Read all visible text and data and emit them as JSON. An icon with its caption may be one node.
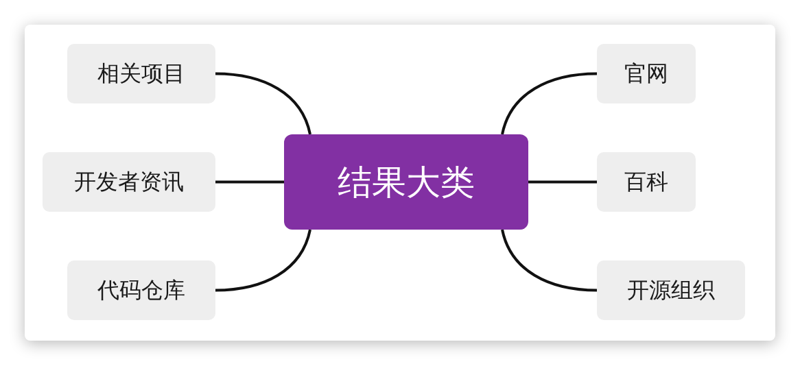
{
  "diagram": {
    "nodes": [
      {
        "text": [
          "结果大类"
        ]
      },
      {
        "text": [
          "相关项目"
        ]
      },
      {
        "text": [
          "开发者资讯"
        ]
      },
      {
        "text": [
          "代码仓库"
        ]
      },
      {
        "text": [
          "官网"
        ]
      },
      {
        "text": [
          "百科"
        ]
      },
      {
        "text": [
          "开源组织"
        ]
      }
    ],
    "edges": [
      {
        "from": 0,
        "to": 1,
        "arrow": "none"
      },
      {
        "from": 0,
        "to": 2,
        "arrow": "none"
      },
      {
        "from": 0,
        "to": 3,
        "arrow": "none"
      },
      {
        "from": 0,
        "to": 4,
        "arrow": "none"
      },
      {
        "from": 0,
        "to": 5,
        "arrow": "none"
      },
      {
        "from": 0,
        "to": 6,
        "arrow": "none"
      }
    ]
  }
}
